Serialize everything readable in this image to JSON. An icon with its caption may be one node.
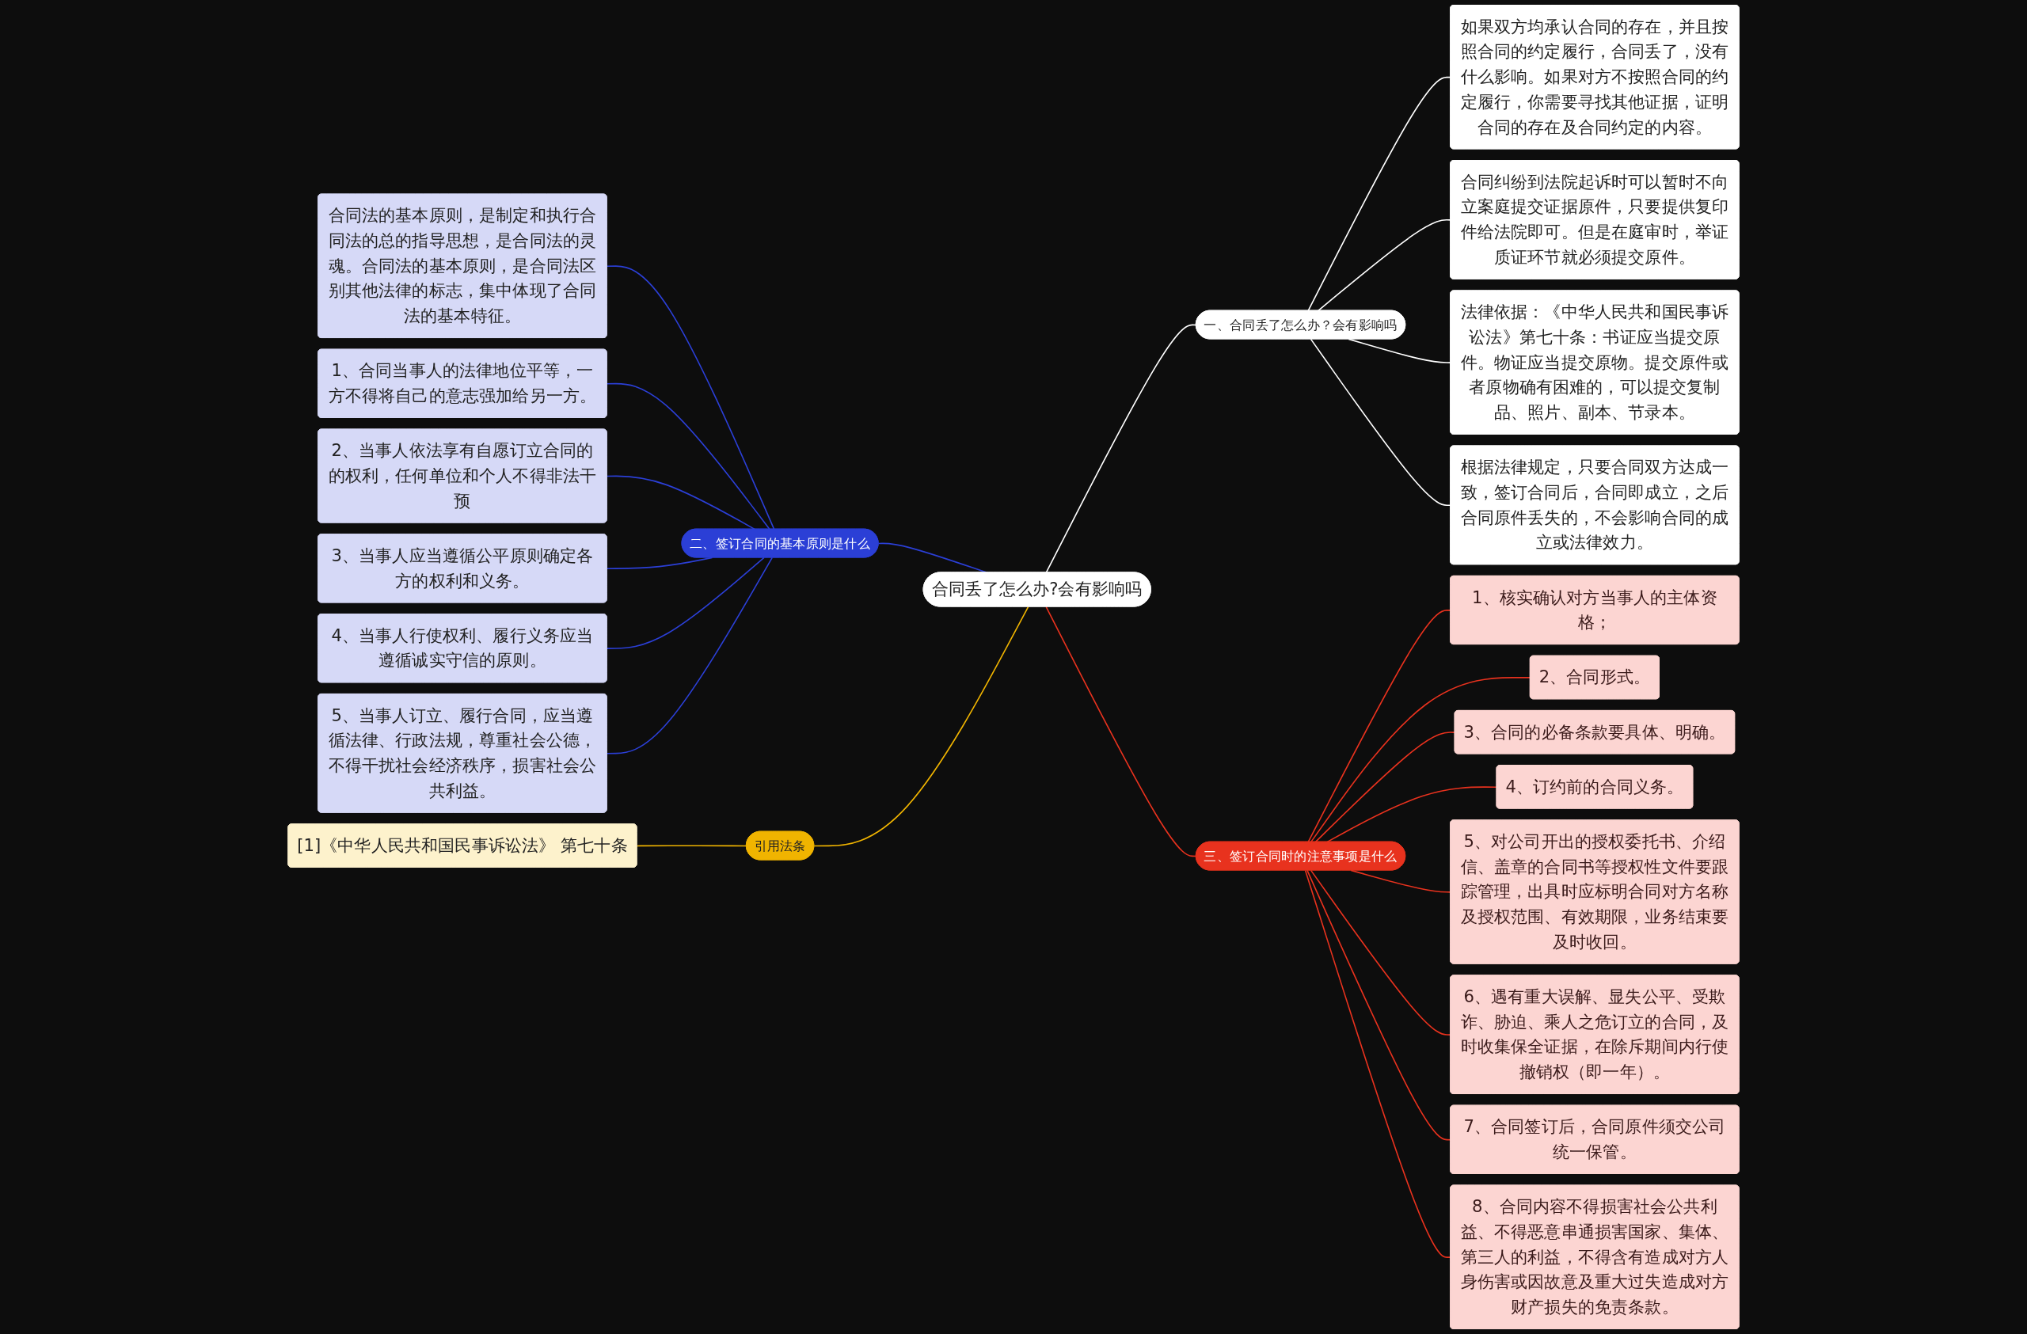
{
  "diagram": {
    "nodes": [
      {
        "text": [
          "合同丢了怎么办?会有影响吗"
        ]
      },
      {
        "text": [
          "一、合同丢了怎么办？会有影响吗"
        ]
      },
      {
        "text": [
          "如果双方均承认合同的存在，并且按照合同的约定履行，合同丢了，没有什么影响。如果对方不按照合同的约定履行，你需要寻找其他证据，证明合同的存在及合同约定的内容。"
        ]
      },
      {
        "text": [
          "合同纠纷到法院起诉时可以暂时不向立案庭提交证据原件，只要提供复印件给法院即可。但是在庭审时，举证质证环节就必须提交原件。"
        ]
      },
      {
        "text": [
          "法律依据：《中华人民共和国民事诉讼法》第七十条：书证应当提交原件。物证应当提交原物。提交原件或者原物确有困难的，可以提交复制品、照片、副本、节录本。"
        ]
      },
      {
        "text": [
          "根据法律规定，只要合同双方达成一致，签订合同后，合同即成立，之后合同原件丢失的，不会影响合同的成立或法律效力。"
        ]
      },
      {
        "text": [
          "二、签订合同的基本原则是什么"
        ]
      },
      {
        "text": [
          "合同法的基本原则，是制定和执行合同法的总的指导思想，是合同法的灵魂。合同法的基本原则，是合同法区别其他法律的标志，集中体现了合同法的基本特征。"
        ]
      },
      {
        "text": [
          "1、合同当事人的法律地位平等，一方不得将自己的意志强加给另一方。"
        ]
      },
      {
        "text": [
          "2、当事人依法享有自愿订立合同的的权利，任何单位和个人不得非法干预"
        ]
      },
      {
        "text": [
          "3、当事人应当遵循公平原则确定各方的权利和义务。"
        ]
      },
      {
        "text": [
          "4、当事人行使权利、履行义务应当遵循诚实守信的原则。"
        ]
      },
      {
        "text": [
          "5、当事人订立、履行合同，应当遵循法律、行政法规，尊重社会公德，不得干扰社会经济秩序，损害社会公共利益。"
        ]
      },
      {
        "text": [
          "引用法条"
        ]
      },
      {
        "text": [
          "[1]《中华人民共和国民事诉讼法》 第七十条"
        ]
      },
      {
        "text": [
          "三、签订合同时的注意事项是什么"
        ]
      },
      {
        "text": [
          "1、核实确认对方当事人的主体资格；"
        ]
      },
      {
        "text": [
          "2、合同形式。"
        ]
      },
      {
        "text": [
          "3、合同的必备条款要具体、明确。"
        ]
      },
      {
        "text": [
          "4、订约前的合同义务。"
        ]
      },
      {
        "text": [
          "5、对公司开出的授权委托书、介绍信、盖章的合同书等授权性文件要跟踪管理，出具时应标明合同对方名称及授权范围、有效期限，业务结束要及时收回。"
        ]
      },
      {
        "text": [
          "6、遇有重大误解、显失公平、受欺诈、胁迫、乘人之危订立的合同，及时收集保全证据，在除斥期间内行使撤销权（即一年）。"
        ]
      },
      {
        "text": [
          "7、合同签订后，合同原件须交公司统一保管。"
        ]
      },
      {
        "text": [
          "8、合同内容不得损害社会公共利益、不得恶意串通损害国家、集体、第三人的利益，不得含有造成对方人身伤害或因故意及重大过失造成对方财产损失的免责条款。"
        ]
      }
    ],
    "edges": [
      {
        "from": 0,
        "to": 1,
        "arrow": "none",
        "color": "#ffffff"
      },
      {
        "from": 1,
        "to": 2,
        "arrow": "none",
        "color": "#ffffff"
      },
      {
        "from": 1,
        "to": 3,
        "arrow": "none",
        "color": "#ffffff"
      },
      {
        "from": 1,
        "to": 4,
        "arrow": "none",
        "color": "#ffffff"
      },
      {
        "from": 1,
        "to": 5,
        "arrow": "none",
        "color": "#ffffff"
      },
      {
        "from": 6,
        "to": 0,
        "arrow": "none",
        "color": "#2b3fd6"
      },
      {
        "from": 7,
        "to": 6,
        "arrow": "none",
        "color": "#2b3fd6"
      },
      {
        "from": 8,
        "to": 6,
        "arrow": "none",
        "color": "#2b3fd6"
      },
      {
        "from": 9,
        "to": 6,
        "arrow": "none",
        "color": "#2b3fd6"
      },
      {
        "from": 10,
        "to": 6,
        "arrow": "none",
        "color": "#2b3fd6"
      },
      {
        "from": 11,
        "to": 6,
        "arrow": "none",
        "color": "#2b3fd6"
      },
      {
        "from": 12,
        "to": 6,
        "arrow": "none",
        "color": "#2b3fd6"
      },
      {
        "from": 13,
        "to": 0,
        "arrow": "none",
        "color": "#f0b400"
      },
      {
        "from": 14,
        "to": 13,
        "arrow": "none",
        "color": "#f0b400"
      },
      {
        "from": 0,
        "to": 15,
        "arrow": "none"
      },
      {
        "from": 15,
        "to": 16,
        "arrow": "none"
      },
      {
        "from": 15,
        "to": 17,
        "arrow": "none"
      },
      {
        "from": 15,
        "to": 18,
        "arrow": "none"
      },
      {
        "from": 15,
        "to": 19,
        "arrow": "none"
      },
      {
        "from": 15,
        "to": 20,
        "arrow": "none"
      },
      {
        "from": 15,
        "to": 21,
        "arrow": "none"
      },
      {
        "from": 15,
        "to": 22,
        "arrow": "none"
      },
      {
        "from": 15,
        "to": 23,
        "arrow": "none"
      }
    ]
  }
}
